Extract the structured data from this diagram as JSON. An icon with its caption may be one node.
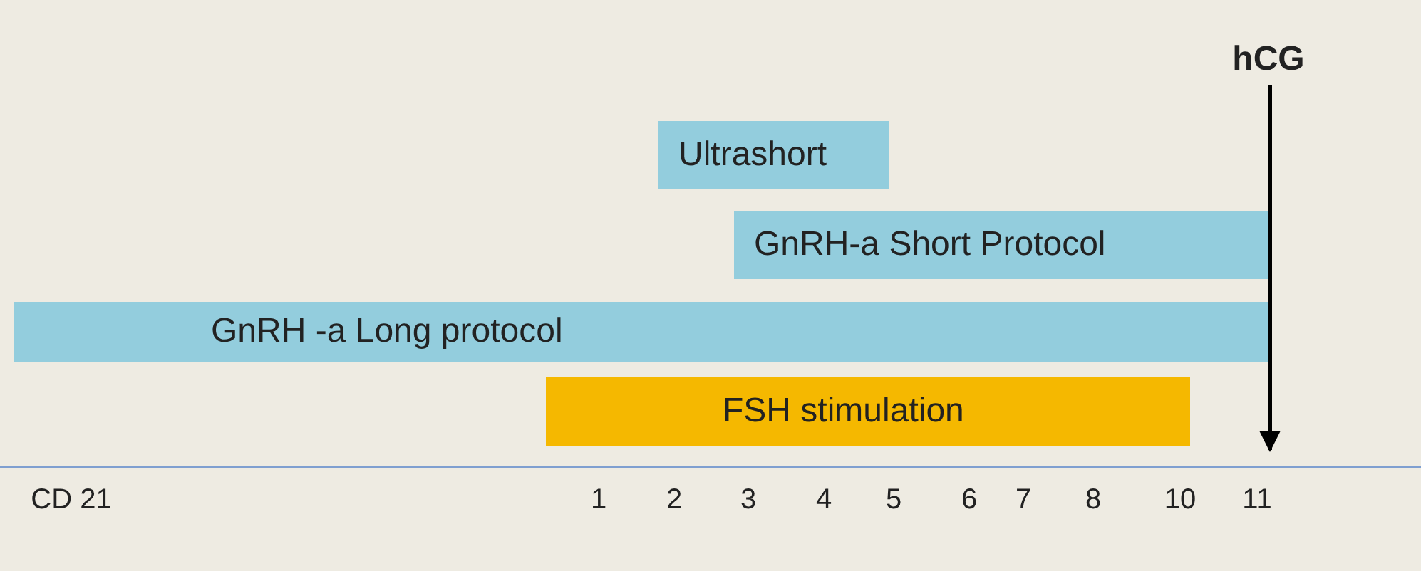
{
  "diagram": {
    "nodes": [
      {
        "text": [
          "Ultrashort"
        ]
      },
      {
        "text": [
          "GnRH-a Short Protocol"
        ]
      },
      {
        "text": [
          "GnRH -a Long protocol"
        ]
      },
      {
        "text": [
          "FSH stimulation"
        ]
      }
    ],
    "labels": [
      "hCG",
      "CD 21",
      "1",
      "2",
      "3",
      "4",
      "5",
      "6",
      "7",
      "8",
      "10",
      "11"
    ]
  }
}
